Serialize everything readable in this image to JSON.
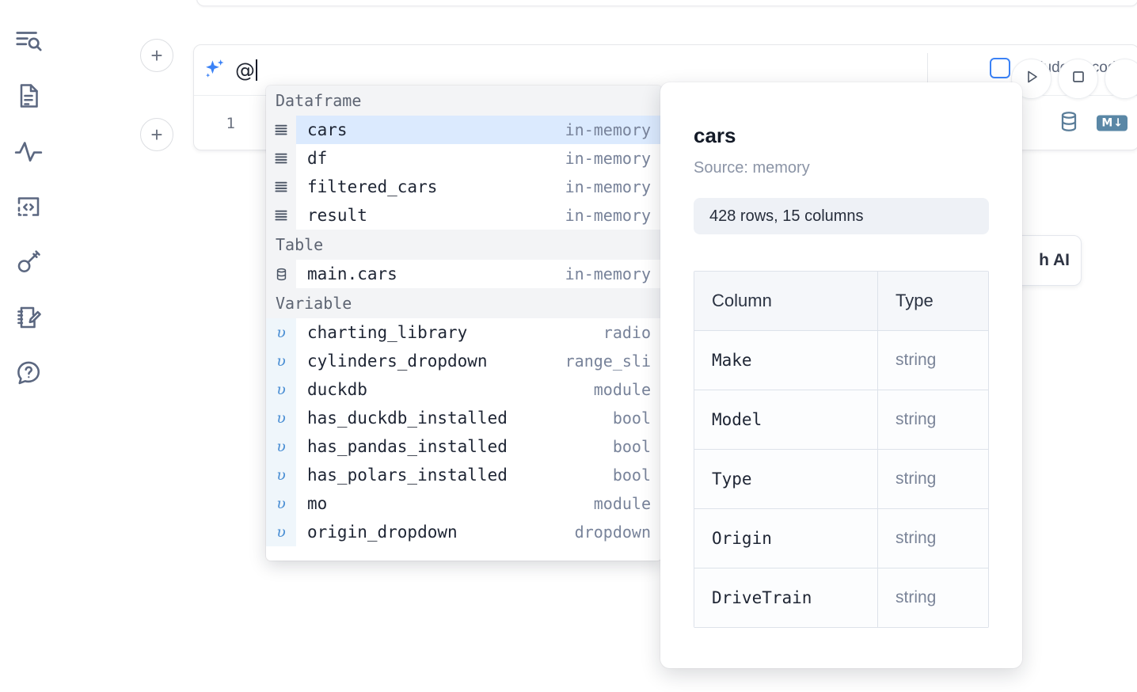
{
  "rail": {
    "items": [
      {
        "icon": "explore-search-icon",
        "name": "sidebar-item-explore"
      },
      {
        "icon": "file-text-icon",
        "name": "sidebar-item-files"
      },
      {
        "icon": "activity-pulse-icon",
        "name": "sidebar-item-variables"
      },
      {
        "icon": "code-brackets-icon",
        "name": "sidebar-item-snippets"
      },
      {
        "icon": "key-icon",
        "name": "sidebar-item-secrets"
      },
      {
        "icon": "notebook-pencil-icon",
        "name": "sidebar-item-scratchpad"
      },
      {
        "icon": "help-chat-icon",
        "name": "sidebar-item-help"
      }
    ]
  },
  "ai_cell": {
    "prompt_value": "@",
    "sparkle_icon": "sparkles-icon",
    "include_all_code_label": "Include all code",
    "include_all_code_checked": false,
    "line_number": "1",
    "db_icon": "database-icon",
    "markdown_icon": "markdown-icon",
    "markdown_label": "M",
    "add_cell_above_label": "+",
    "add_cell_below_label": "+"
  },
  "run_buttons": [
    {
      "name": "run-cell-button",
      "icon": "play-triangle-icon"
    },
    {
      "name": "stop-cell-button",
      "icon": "stop-square-icon"
    },
    {
      "name": "more-actions-button",
      "icon": "circle-icon"
    }
  ],
  "ai_chip": {
    "label": "h AI"
  },
  "autocomplete": {
    "groups": [
      {
        "label": "Dataframe",
        "icon": "dataframe-rows-icon",
        "kind": "dataframe",
        "items": [
          {
            "name": "cars",
            "type": "in-memory",
            "selected": true
          },
          {
            "name": "df",
            "type": "in-memory",
            "selected": false
          },
          {
            "name": "filtered_cars",
            "type": "in-memory",
            "selected": false
          },
          {
            "name": "result",
            "type": "in-memory",
            "selected": false
          }
        ]
      },
      {
        "label": "Table",
        "icon": "database-table-icon",
        "kind": "table",
        "items": [
          {
            "name": "main.cars",
            "type": "in-memory",
            "selected": false
          }
        ]
      },
      {
        "label": "Variable",
        "icon": "variable-upsilon-icon",
        "kind": "variable",
        "items": [
          {
            "name": "charting_library",
            "type": "radio",
            "selected": false
          },
          {
            "name": "cylinders_dropdown",
            "type": "range_sli",
            "selected": false
          },
          {
            "name": "duckdb",
            "type": "module",
            "selected": false
          },
          {
            "name": "has_duckdb_installed",
            "type": "bool",
            "selected": false
          },
          {
            "name": "has_pandas_installed",
            "type": "bool",
            "selected": false
          },
          {
            "name": "has_polars_installed",
            "type": "bool",
            "selected": false
          },
          {
            "name": "mo",
            "type": "module",
            "selected": false
          },
          {
            "name": "origin_dropdown",
            "type": "dropdown",
            "selected": false
          }
        ]
      }
    ]
  },
  "details": {
    "title": "cars",
    "source": "Source: memory",
    "shape": "428 rows, 15 columns",
    "headers": [
      "Column",
      "Type"
    ],
    "rows": [
      {
        "column": "Make",
        "type": "string"
      },
      {
        "column": "Model",
        "type": "string"
      },
      {
        "column": "Type",
        "type": "string"
      },
      {
        "column": "Origin",
        "type": "string"
      },
      {
        "column": "DriveTrain",
        "type": "string"
      }
    ]
  },
  "colors": {
    "accent_blue": "#3b82f6",
    "selection_blue": "#dbeafe",
    "group_header_bg": "#f3f4f6",
    "muted_text": "#78839a",
    "icon_rail": "#5b6780",
    "markdown_badge": "#5a87a6"
  }
}
